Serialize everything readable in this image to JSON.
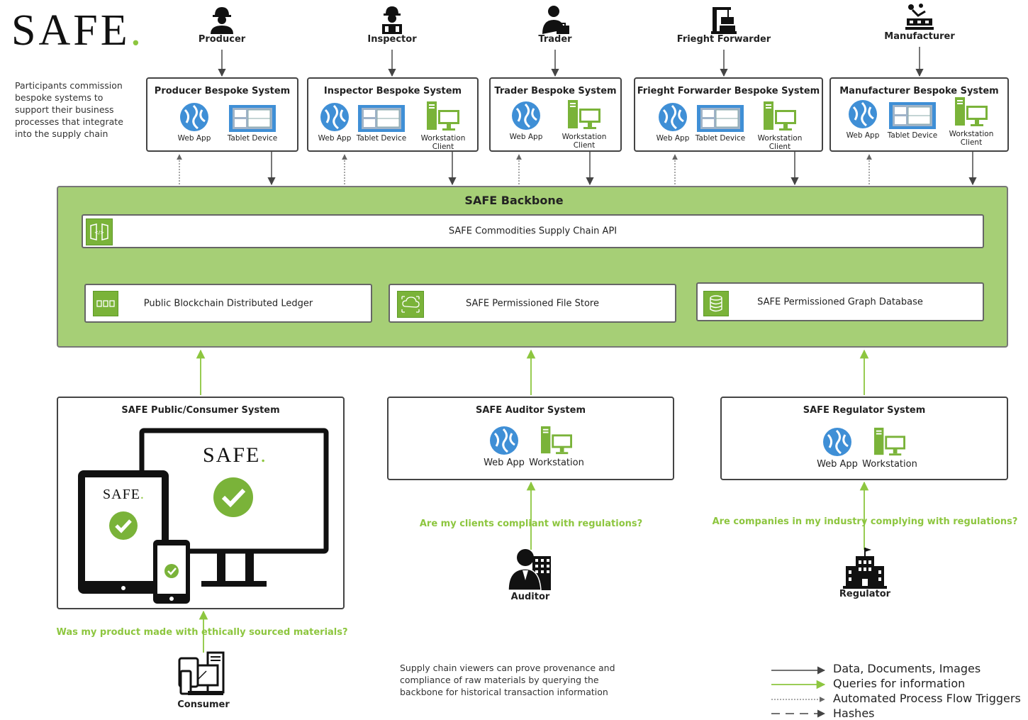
{
  "logo": {
    "text": "SAFE",
    "dot": "."
  },
  "intro_text": "Participants commission bespoke systems to support their business processes that integrate into the supply chain",
  "actors_top": [
    {
      "label": "Producer",
      "icon": "producer-icon"
    },
    {
      "label": "Inspector",
      "icon": "inspector-icon"
    },
    {
      "label": "Trader",
      "icon": "trader-icon"
    },
    {
      "label": "Frieght Forwarder",
      "icon": "freight-forwarder-icon"
    },
    {
      "label": "Manufacturer",
      "icon": "manufacturer-icon"
    }
  ],
  "systems_top": [
    {
      "title": "Producer Bespoke System",
      "devices": [
        "Web App",
        "Tablet Device"
      ]
    },
    {
      "title": "Inspector Bespoke System",
      "devices": [
        "Web App",
        "Tablet Device",
        "Workstation Client"
      ]
    },
    {
      "title": "Trader Bespoke System",
      "devices": [
        "Web App",
        "Workstation Client"
      ]
    },
    {
      "title": "Frieght Forwarder Bespoke System",
      "devices": [
        "Web App",
        "Tablet Device",
        "Workstation Client"
      ]
    },
    {
      "title": "Manufacturer Bespoke System",
      "devices": [
        "Web App",
        "Tablet Device",
        "Workstation Client"
      ]
    }
  ],
  "backbone": {
    "title": "SAFE Backbone",
    "api": "SAFE Commodities Supply Chain API",
    "ledger": "Public Blockchain Distributed Ledger",
    "file_store": "SAFE Permissioned File Store",
    "graph_db": "SAFE Permissioned Graph Database"
  },
  "consumer_system": {
    "title": "SAFE Public/Consumer System",
    "screen_logo": "SAFE",
    "tablet_logo": "SAFE"
  },
  "auditor_system": {
    "title": "SAFE Auditor System",
    "devices": [
      "Web App",
      "Workstation"
    ]
  },
  "regulator_system": {
    "title": "SAFE Regulator System",
    "devices": [
      "Web App",
      "Workstation"
    ]
  },
  "questions": {
    "consumer": "Was my product made with ethically sourced materials?",
    "auditor": "Are my clients compliant with regulations?",
    "regulator": "Are companies in my industry complying with regulations?"
  },
  "actors_bottom": {
    "consumer": "Consumer",
    "auditor": "Auditor",
    "regulator": "Regulator"
  },
  "viewer_note": "Supply chain viewers can prove provenance and compliance of raw materials by querying the backbone for historical transaction information",
  "legend": [
    {
      "label": "Data, Documents, Images",
      "style": "solid",
      "color": "#444444"
    },
    {
      "label": "Queries for information",
      "style": "solid",
      "color": "#8dc63f"
    },
    {
      "label": "Automated Process Flow Triggers",
      "style": "dotted",
      "color": "#666666"
    },
    {
      "label": "Hashes",
      "style": "dashed",
      "color": "#444444"
    }
  ],
  "colors": {
    "accent_green": "#8dc63f",
    "backbone_green": "#a6cf76",
    "icon_blue": "#3f8fd6",
    "icon_green": "#7ab339"
  }
}
